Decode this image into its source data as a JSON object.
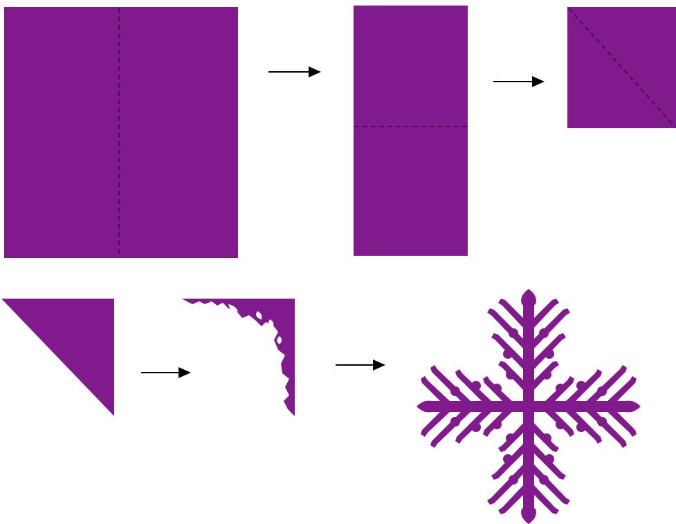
{
  "colors": {
    "paper": "#811a8d",
    "fold_line": "#4a0a52",
    "arrow": "#000000",
    "background": "#ffffff"
  },
  "diagram": {
    "steps": [
      {
        "shape": "square-sheet",
        "fold": "vertical-dashed"
      },
      {
        "shape": "folded-rectangle",
        "fold": "horizontal-dashed"
      },
      {
        "shape": "folded-square",
        "fold": "diagonal-dashed"
      },
      {
        "shape": "folded-triangle",
        "fold": "none"
      },
      {
        "shape": "cut-triangle",
        "fold": "none"
      },
      {
        "shape": "unfolded-snowflake",
        "fold": "none"
      }
    ],
    "arrows": 4
  }
}
